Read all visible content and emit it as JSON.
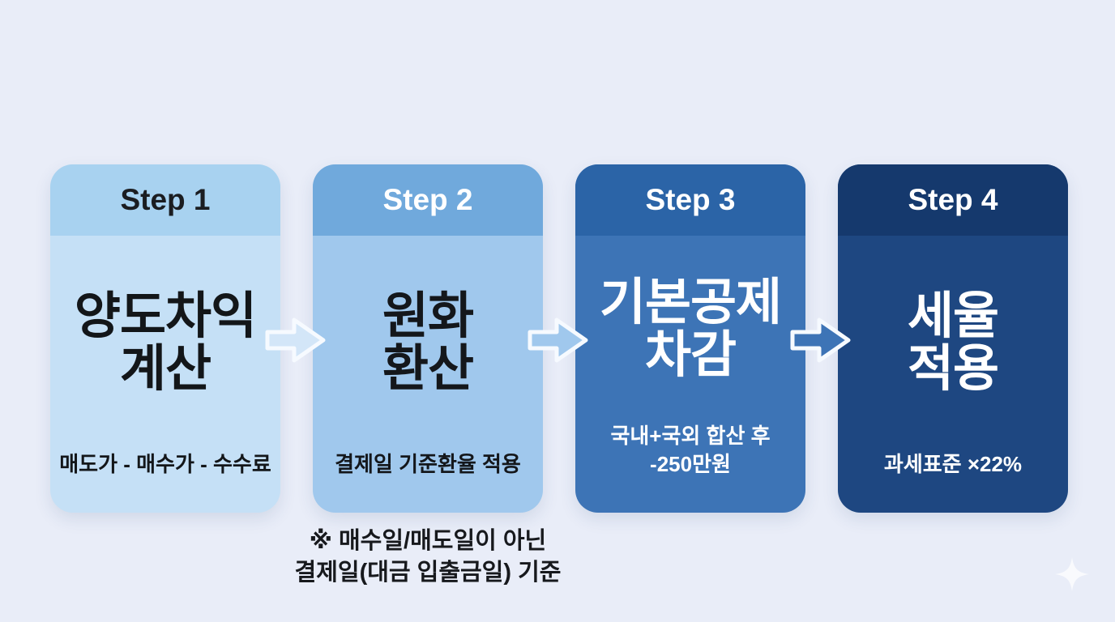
{
  "page": {
    "background_color": "#e9edf8"
  },
  "steps": [
    {
      "label": "Step 1",
      "title": "양도차익\n계산",
      "sub": "매도가 - 매수가 - 수수료",
      "note": "",
      "header_color": "#a8d2f0",
      "body_color": "#c5e0f6",
      "label_color": "#1b1d21",
      "text_color": "#131619"
    },
    {
      "label": "Step 2",
      "title": "원화\n환산",
      "sub": "결제일 기준환율 적용",
      "note": "※ 매수일/매도일이 아닌\n결제일(대금 입출금일) 기준",
      "header_color": "#70a9dc",
      "body_color": "#a0c8ed",
      "label_color": "#ffffff",
      "text_color": "#14171b"
    },
    {
      "label": "Step 3",
      "title": "기본공제\n차감",
      "sub": "국내+국외 합산 후\n-250만원",
      "note": "",
      "header_color": "#2b64a7",
      "body_color": "#3d74b6",
      "label_color": "#ffffff",
      "text_color": "#ffffff"
    },
    {
      "label": "Step 4",
      "title": "세율\n적용",
      "sub": "과세표준 ×22%",
      "note": "",
      "header_color": "#15396d",
      "body_color": "#1e4781",
      "label_color": "#ffffff",
      "text_color": "#ffffff"
    }
  ],
  "arrows": [
    {
      "fill": "#d3e6f8",
      "stroke": "#f6faff"
    },
    {
      "fill": "#a0c8ed",
      "stroke": "#f6faff"
    },
    {
      "fill": "#3d74b6",
      "stroke": "#f6faff"
    }
  ],
  "sparkle": {
    "color": "#ffffff"
  }
}
